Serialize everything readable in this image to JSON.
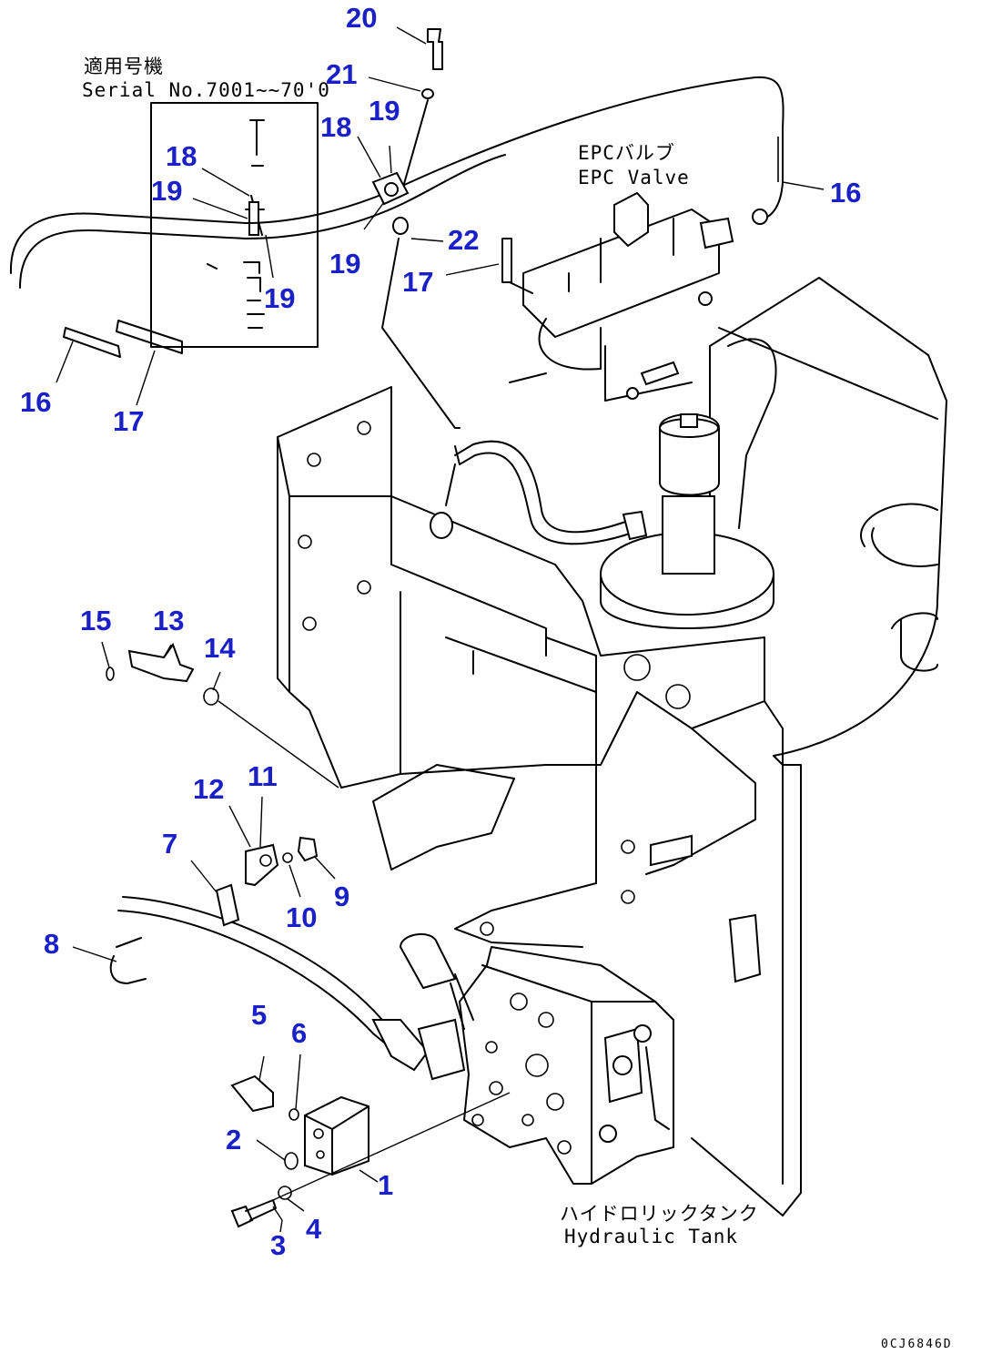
{
  "notes": {
    "serial_jp": "適用号機",
    "serial_en": "Serial No.7001~~70'0",
    "epc_jp": "EPCバルブ",
    "epc_en": "EPC Valve",
    "tank_jp": "ハイドロリックタンク",
    "tank_en": "Hydraulic Tank",
    "drawing_code": "0CJ6846D"
  },
  "callouts": {
    "c1": "1",
    "c2": "2",
    "c3": "3",
    "c4": "4",
    "c5": "5",
    "c6": "6",
    "c7": "7",
    "c8": "8",
    "c9": "9",
    "c10": "10",
    "c11": "11",
    "c12": "12",
    "c13": "13",
    "c14": "14",
    "c15": "15",
    "c16a": "16",
    "c16b": "16",
    "c17a": "17",
    "c17b": "17",
    "c18a": "18",
    "c18b": "18",
    "c19a": "19",
    "c19b": "19",
    "c19c": "19",
    "c19d": "19",
    "c20": "20",
    "c21": "21",
    "c22": "22"
  },
  "colors": {
    "callout": "#1a20c8",
    "linework": "#000000"
  }
}
